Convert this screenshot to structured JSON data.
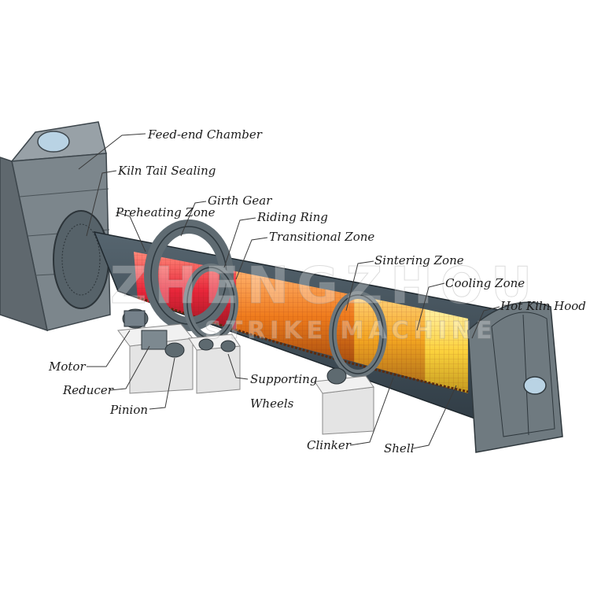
{
  "labels": {
    "feed_end_chamber": "Feed-end Chamber",
    "kiln_tail_sealing": "Kiln Tail Sealing",
    "girth_gear": "Girth Gear",
    "preheating_zone": "Preheating Zone",
    "riding_ring": "Riding Ring",
    "transitional_zone": "Transitional Zone",
    "sintering_zone": "Sintering Zone",
    "cooling_zone": "Cooling Zone",
    "hot_kiln_hood": "Hot Kiln Hood",
    "motor": "Motor",
    "reducer": "Reducer",
    "pinion": "Pinion",
    "supporting": "Supporting",
    "wheels": "Wheels",
    "clinker": "Clinker",
    "shell": "Shell"
  },
  "watermark": {
    "line2": "STRIKE MACHINE"
  },
  "colors": {
    "shell": "#3d4b55",
    "chamber": "#7b858b",
    "preheating": "#e4572e",
    "transitional": "#f08a24",
    "sintering": "#f7b52a",
    "cooling": "#fbd24a",
    "concrete": "#dcdcdc"
  }
}
